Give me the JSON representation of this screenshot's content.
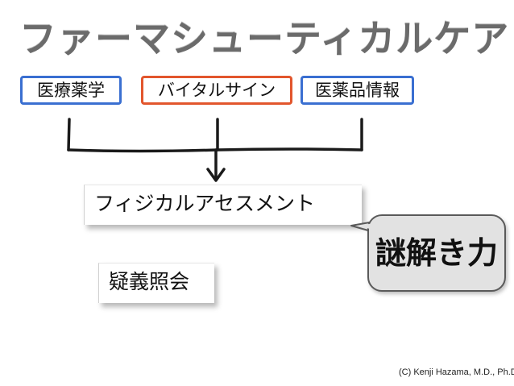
{
  "title": "ファーマシューティカルケア",
  "tags": [
    {
      "label": "医療薬学",
      "color": "#3a6fd1"
    },
    {
      "label": "バイタルサイン",
      "color": "#e2562d"
    },
    {
      "label": "医薬品情報",
      "color": "#3a6fd1"
    }
  ],
  "assessment": "フィジカルアセスメント",
  "inquiry": "疑義照会",
  "bubble": "謎解き力",
  "credit": "(C) Kenji Hazama, M.D., Ph.D."
}
